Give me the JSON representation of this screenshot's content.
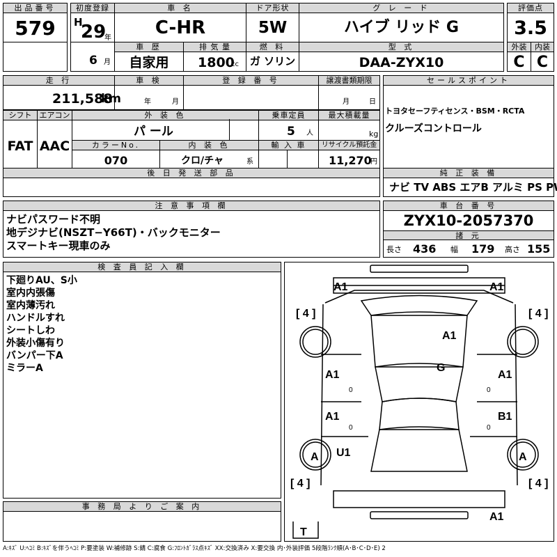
{
  "labels": {
    "lot_no": "出品番号",
    "first_reg": "初度登録",
    "car_name": "車 名",
    "door": "ドア形状",
    "grade": "グ レ ー ド",
    "score": "評価点",
    "history": "車 歴",
    "displacement": "排 気 量",
    "fuel": "燃 料",
    "model_type": "型 式",
    "exterior": "外装",
    "interior": "内装",
    "mileage": "走 行",
    "inspection": "車 検",
    "reg_no": "登 録 番 号",
    "transfer_date": "譲渡書類期限",
    "sales_point": "セールスポイント",
    "shift": "シフト",
    "aircon": "エアコン",
    "ext_color": "外 装 色",
    "capacity": "乗車定員",
    "max_load": "最大積載量",
    "color_no": "カラーNo.",
    "int_color": "内 装 色",
    "import": "輸 入 車",
    "recycle": "リサイクル預託金",
    "later_parts": "後 日 発 送 部 品",
    "genuine_equipment": "純 正 装 備",
    "notes": "注 意 事 項 欄",
    "chassis_no": "車 台 番 号",
    "dimensions": "諸 元",
    "inspector": "検 査 員 記 入 欄",
    "office": "事 務 局 よ り ご 案 内",
    "year_unit": "年",
    "month_unit": "月",
    "day_unit": "日",
    "month_unit2": "月",
    "km": "km",
    "cc": "cc",
    "persons": "人",
    "kg": "kg",
    "kei": "系",
    "yen": "円",
    "length_label": "長さ",
    "width_label": "幅",
    "height_label": "高さ"
  },
  "values": {
    "lot_no": "579",
    "era": "H",
    "year": "29",
    "month": "6",
    "car_name": "C-HR",
    "door": "5W",
    "grade": "ハイブ リッド G",
    "score": "3.5",
    "history": "自家用",
    "displacement": "1800",
    "fuel": "ガ ソリン",
    "model_type": "DAA-ZYX10",
    "exterior": "C",
    "interior": "C",
    "mileage": "211,588",
    "shift": "FAT",
    "aircon": "AAC",
    "ext_color": "パ ール",
    "capacity": "5",
    "color_no": "070",
    "int_color": "クロ/チャ",
    "recycle": "11,270",
    "sales_point_1": "トヨタセーフティセンス・BSM・RCTA",
    "sales_point_2": "クルーズコントロール",
    "equipment": "ナビ TV ABS エアB アルミ PS PW",
    "chassis_no": "ZYX10-2057370",
    "length": "436",
    "width": "179",
    "height": "155",
    "notes": [
      "ナビパスワード不明",
      "地デジナビ(NSZT−Y66T)・バックモニター",
      "スマートキー現車のみ"
    ],
    "inspector": [
      "下廻りAU、S小",
      "室内内張傷",
      "室内薄汚れ",
      "ハンドルすれ",
      "シートしわ",
      "外装小傷有り",
      "バンパー下A",
      "ミラーA"
    ]
  },
  "diagram": {
    "front_left": "A1",
    "front_right": "A1",
    "hood": "A1",
    "roof": "G",
    "left_front_door": "A1",
    "right_front_door": "A1",
    "left_rear_door": "A1",
    "right_rear_door": "B1",
    "left_rear_wheel": "A",
    "right_rear_wheel": "A",
    "left_rear_qtr": "U1",
    "rear_bumper": "A1",
    "tire_fl": "4",
    "tire_fr": "4",
    "tire_rl": "4",
    "tire_rr": "4",
    "trunk": "T",
    "door_marks": [
      "0",
      "0",
      "0",
      "0"
    ]
  },
  "legend": "A:ｷｽﾞ U:ﾍｺﾐ B:ｷｽﾞを伴うﾍｺﾐ P:要塗装 W:補修跡 S:錆 C:腐食 G:ﾌﾛﾝﾄｶﾞﾗｽ点ｷｽﾞ XX:交換済み X:要交換 内･外装評価 5段階ﾗﾝｸ順(A･B･C･D･E) 2"
}
